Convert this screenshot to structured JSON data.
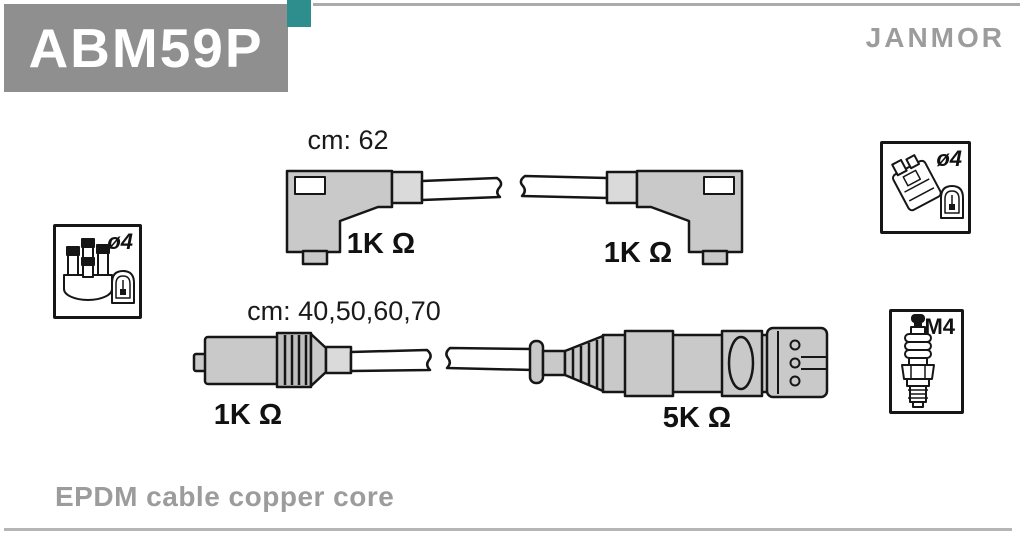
{
  "header": {
    "part_number": "ABM59P",
    "brand": "JANMOR"
  },
  "colors": {
    "part_box_gray": "#8f8f8f",
    "accent_teal": "#2e8e8e",
    "brand_text_gray": "#9c9c9c",
    "divider_gray": "#ababab",
    "diagram_outline": "#161616",
    "connector_fill": "#c9c9c9",
    "coupler_fill": "#dadada"
  },
  "cables": [
    {
      "length_label": "cm: 62",
      "left_resistance": "1K Ω",
      "right_resistance": "1K Ω",
      "left_connector": "angled-boot",
      "right_connector": "angled-boot"
    },
    {
      "length_label": "cm: 40,50,60,70",
      "left_resistance": "1K Ω",
      "right_resistance": "5K Ω",
      "left_connector": "straight-boot",
      "right_connector": "coil-connector"
    }
  ],
  "badges": [
    {
      "label": "ø4",
      "icon": "distributor-cap-icon"
    },
    {
      "label": "ø4",
      "icon": "ignition-coil-icon"
    },
    {
      "label": "M4",
      "icon": "spark-plug-icon"
    }
  ],
  "footer": {
    "material_note": "EPDM cable copper core"
  }
}
